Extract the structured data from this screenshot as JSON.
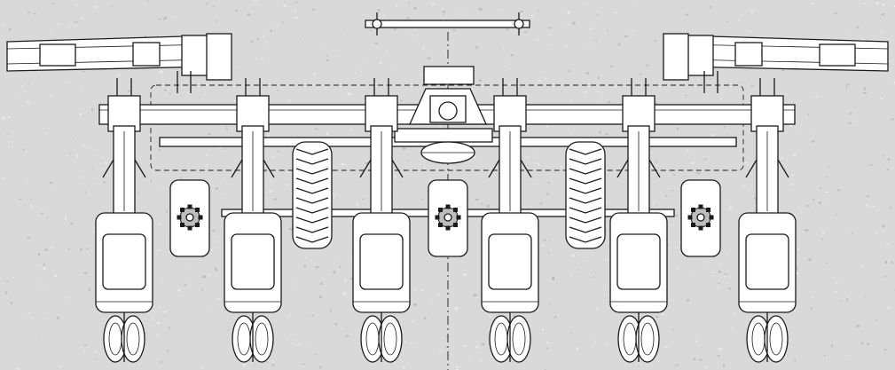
{
  "drawing": {
    "units": [
      {
        "id": "u1",
        "kind": "planter-row-unit"
      },
      {
        "id": "u2",
        "kind": "planter-row-unit"
      },
      {
        "id": "u3",
        "kind": "planter-row-unit"
      },
      {
        "id": "u4",
        "kind": "planter-row-unit"
      },
      {
        "id": "u5",
        "kind": "planter-row-unit"
      },
      {
        "id": "u6",
        "kind": "planter-row-unit"
      }
    ],
    "drive_wheels": 2,
    "fertilizer_boxes": 3,
    "colors": {
      "line": "#1a1a1a",
      "paper": "#ffffff",
      "background": "#d9d9d9"
    }
  }
}
